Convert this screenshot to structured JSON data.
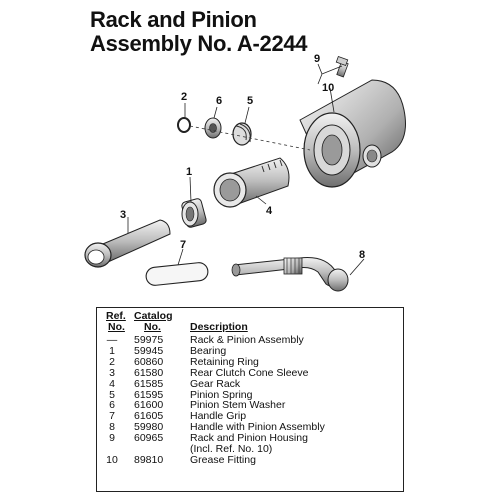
{
  "title": {
    "line1": "Rack and Pinion",
    "line2": "Assembly No. A-2244"
  },
  "callouts": {
    "c1": "1",
    "c2": "2",
    "c3": "3",
    "c4": "4",
    "c5": "5",
    "c6": "6",
    "c7": "7",
    "c8": "8",
    "c9": "9",
    "c10": "10"
  },
  "table": {
    "headers": {
      "ref_line1": "Ref.",
      "ref_line2": "No.",
      "cat_line1": "Catalog",
      "cat_line2": "No.",
      "desc": "Description"
    },
    "rows": [
      {
        "ref": "—",
        "catalog": "59975",
        "description": "Rack & Pinion Assembly"
      },
      {
        "ref": "1",
        "catalog": "59945",
        "description": "Bearing"
      },
      {
        "ref": "2",
        "catalog": "60860",
        "description": "Retaining Ring"
      },
      {
        "ref": "3",
        "catalog": "61580",
        "description": "Rear Clutch Cone Sleeve"
      },
      {
        "ref": "4",
        "catalog": "61585",
        "description": "Gear Rack"
      },
      {
        "ref": "5",
        "catalog": "61595",
        "description": "Pinion Spring"
      },
      {
        "ref": "6",
        "catalog": "61600",
        "description": "Pinion Stem Washer"
      },
      {
        "ref": "7",
        "catalog": "61605",
        "description": "Handle Grip"
      },
      {
        "ref": "8",
        "catalog": "59980",
        "description": "Handle with Pinion Assembly"
      },
      {
        "ref": "9",
        "catalog": "60965",
        "description": "Rack and Pinion Housing"
      },
      {
        "ref": "",
        "catalog": "",
        "description": "(Incl. Ref. No. 10)"
      },
      {
        "ref": "10",
        "catalog": "89810",
        "description": "Grease Fitting"
      }
    ]
  }
}
